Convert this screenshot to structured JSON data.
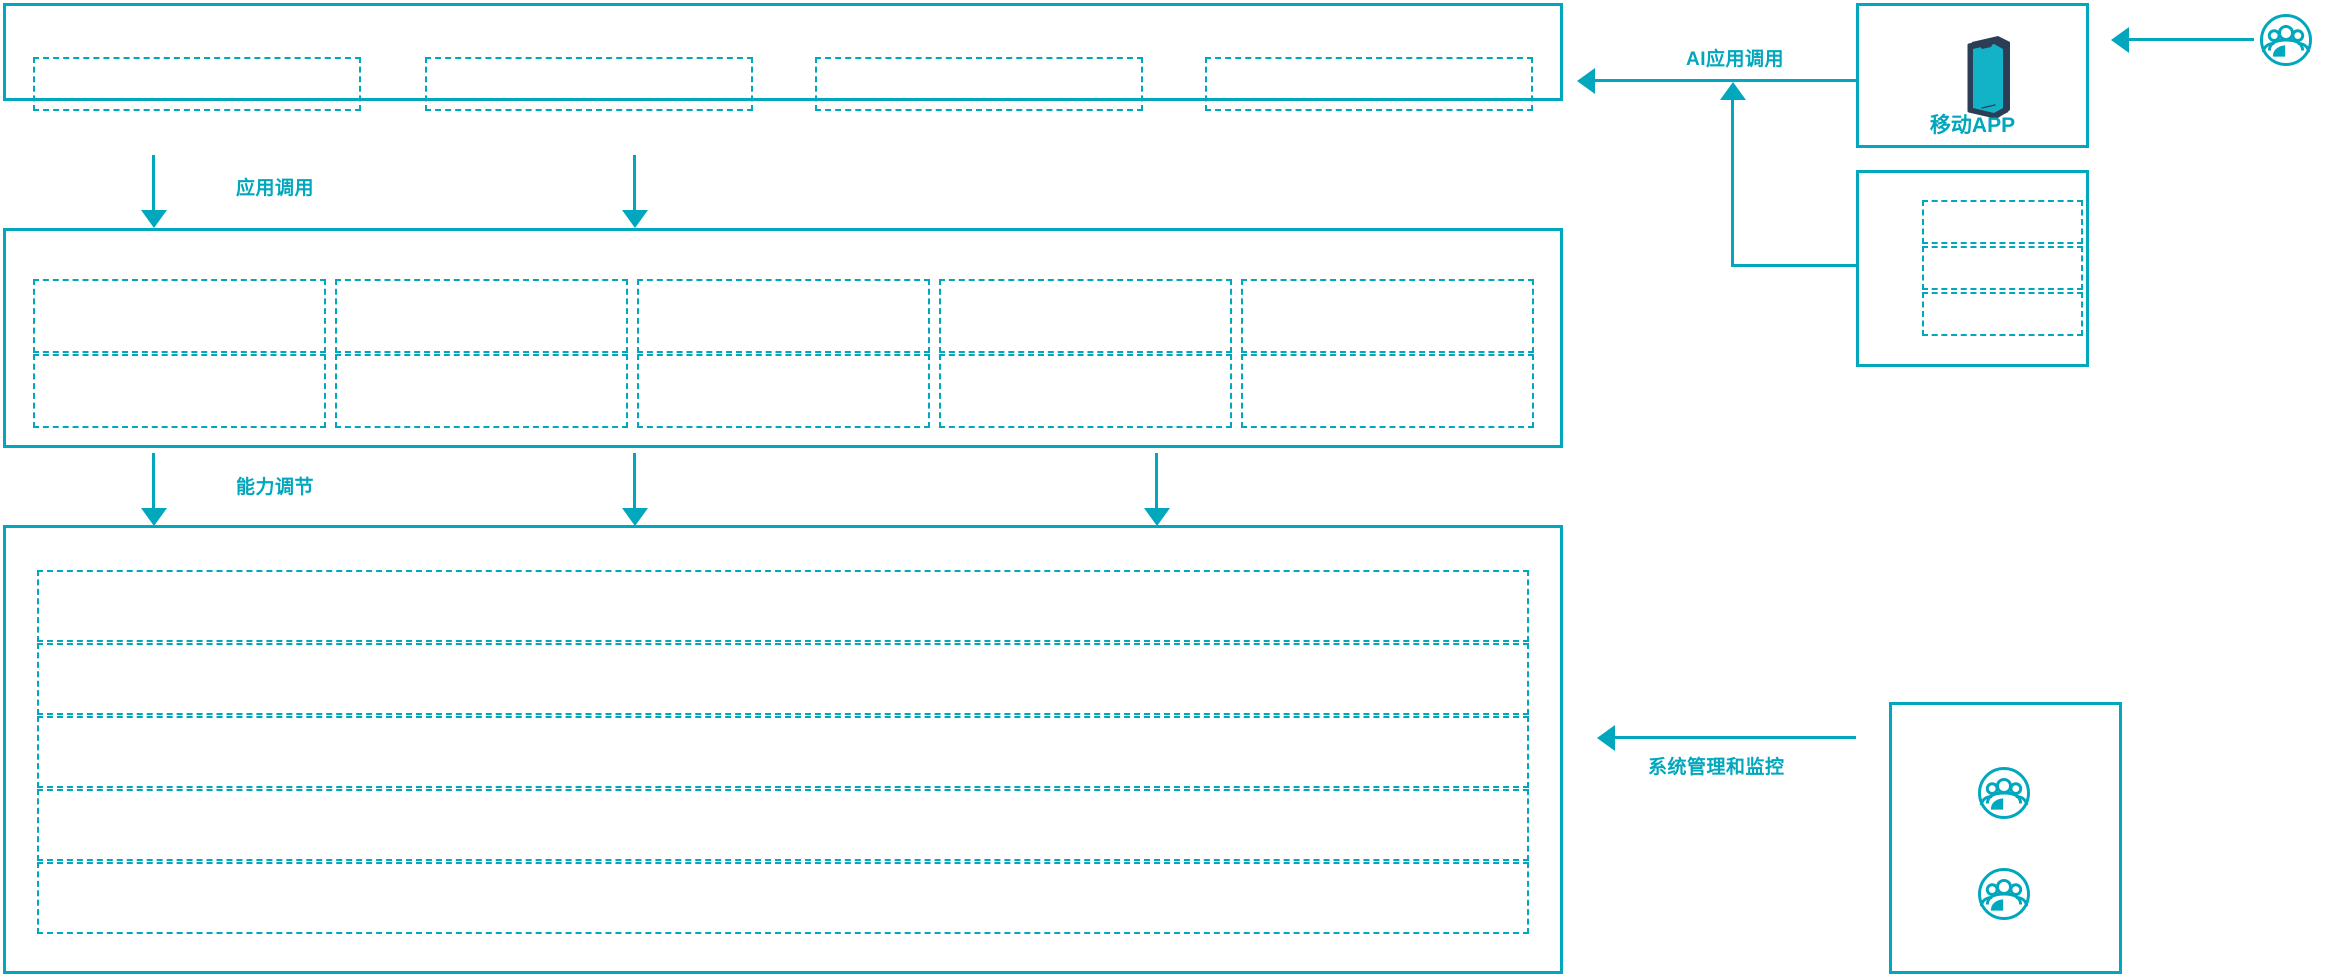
{
  "diagram": {
    "accent_color": "#00a7bd",
    "phone_frame_color": "#2c3e55",
    "phone_screen_color": "#12b3c6",
    "background": "#ffffff"
  },
  "flow_labels": {
    "app_invoke": "应用调用",
    "capability_adjust": "能力调节",
    "ai_app_invoke": "AI应用调用",
    "system_manage_monitor": "系统管理和监控"
  },
  "layers": {
    "application_layer": {
      "name": "application-layer",
      "slots": [
        {
          "id": "app-slot-1"
        },
        {
          "id": "app-slot-2"
        },
        {
          "id": "app-slot-3"
        },
        {
          "id": "app-slot-4"
        }
      ]
    },
    "capability_layer": {
      "name": "capability-layer",
      "columns": [
        {
          "id": "cap-col-1",
          "cells": [
            {
              "id": "cap-1-1"
            },
            {
              "id": "cap-1-2"
            }
          ]
        },
        {
          "id": "cap-col-2",
          "cells": [
            {
              "id": "cap-2-1"
            },
            {
              "id": "cap-2-2"
            }
          ]
        },
        {
          "id": "cap-col-3",
          "cells": [
            {
              "id": "cap-3-1"
            },
            {
              "id": "cap-3-2"
            }
          ]
        },
        {
          "id": "cap-col-4",
          "cells": [
            {
              "id": "cap-4-1"
            },
            {
              "id": "cap-4-2"
            }
          ]
        },
        {
          "id": "cap-col-5",
          "cells": [
            {
              "id": "cap-5-1"
            },
            {
              "id": "cap-5-2"
            }
          ]
        }
      ]
    },
    "platform_layer": {
      "name": "platform-layer",
      "rows": [
        {
          "id": "platform-row-1"
        },
        {
          "id": "platform-row-2"
        },
        {
          "id": "platform-row-3"
        },
        {
          "id": "platform-row-4"
        },
        {
          "id": "platform-row-5"
        }
      ]
    }
  },
  "right_column": {
    "mobile_app_panel": {
      "name": "mobile-app-panel",
      "caption": "移动APP",
      "icon": "smartphone-icon"
    },
    "channel_panel": {
      "name": "channel-panel",
      "slots": [
        {
          "id": "channel-slot-1"
        },
        {
          "id": "channel-slot-2"
        },
        {
          "id": "channel-slot-3"
        }
      ]
    },
    "admin_panel": {
      "name": "admin-panel",
      "icons": [
        {
          "id": "admin-users-icon-1",
          "icon": "user-group-icon"
        },
        {
          "id": "admin-users-icon-2",
          "icon": "user-group-icon"
        }
      ]
    },
    "external_user": {
      "name": "external-user",
      "icon": "user-group-icon"
    }
  }
}
